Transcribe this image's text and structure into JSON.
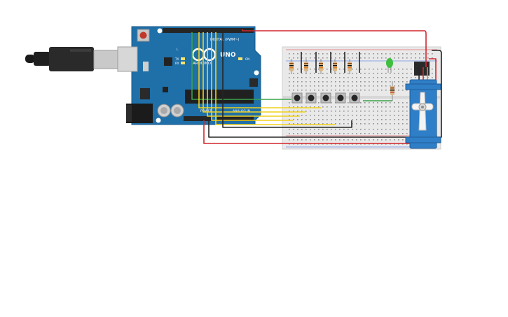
{
  "board": {
    "brand": "ARDUINO",
    "model": "UNO",
    "digital_label": "DIGITAL (PWM~)",
    "power_label": "POWER",
    "analog_label": "ANALOG IN",
    "on_label": "ON",
    "tx_label": "TX",
    "rx_label": "RX",
    "l_label": "L"
  },
  "components": {
    "resistor_count": 6,
    "pushbutton_count": 5,
    "led_color": "green",
    "servo": "micro servo"
  },
  "colors": {
    "board": "#1f6fa8",
    "wire_red": "#d4272e",
    "wire_black": "#262626",
    "wire_yellow": "#f2d21b",
    "wire_green": "#3aa34a",
    "servo": "#2f7fc8",
    "breadboard": "#e9e9e9"
  }
}
